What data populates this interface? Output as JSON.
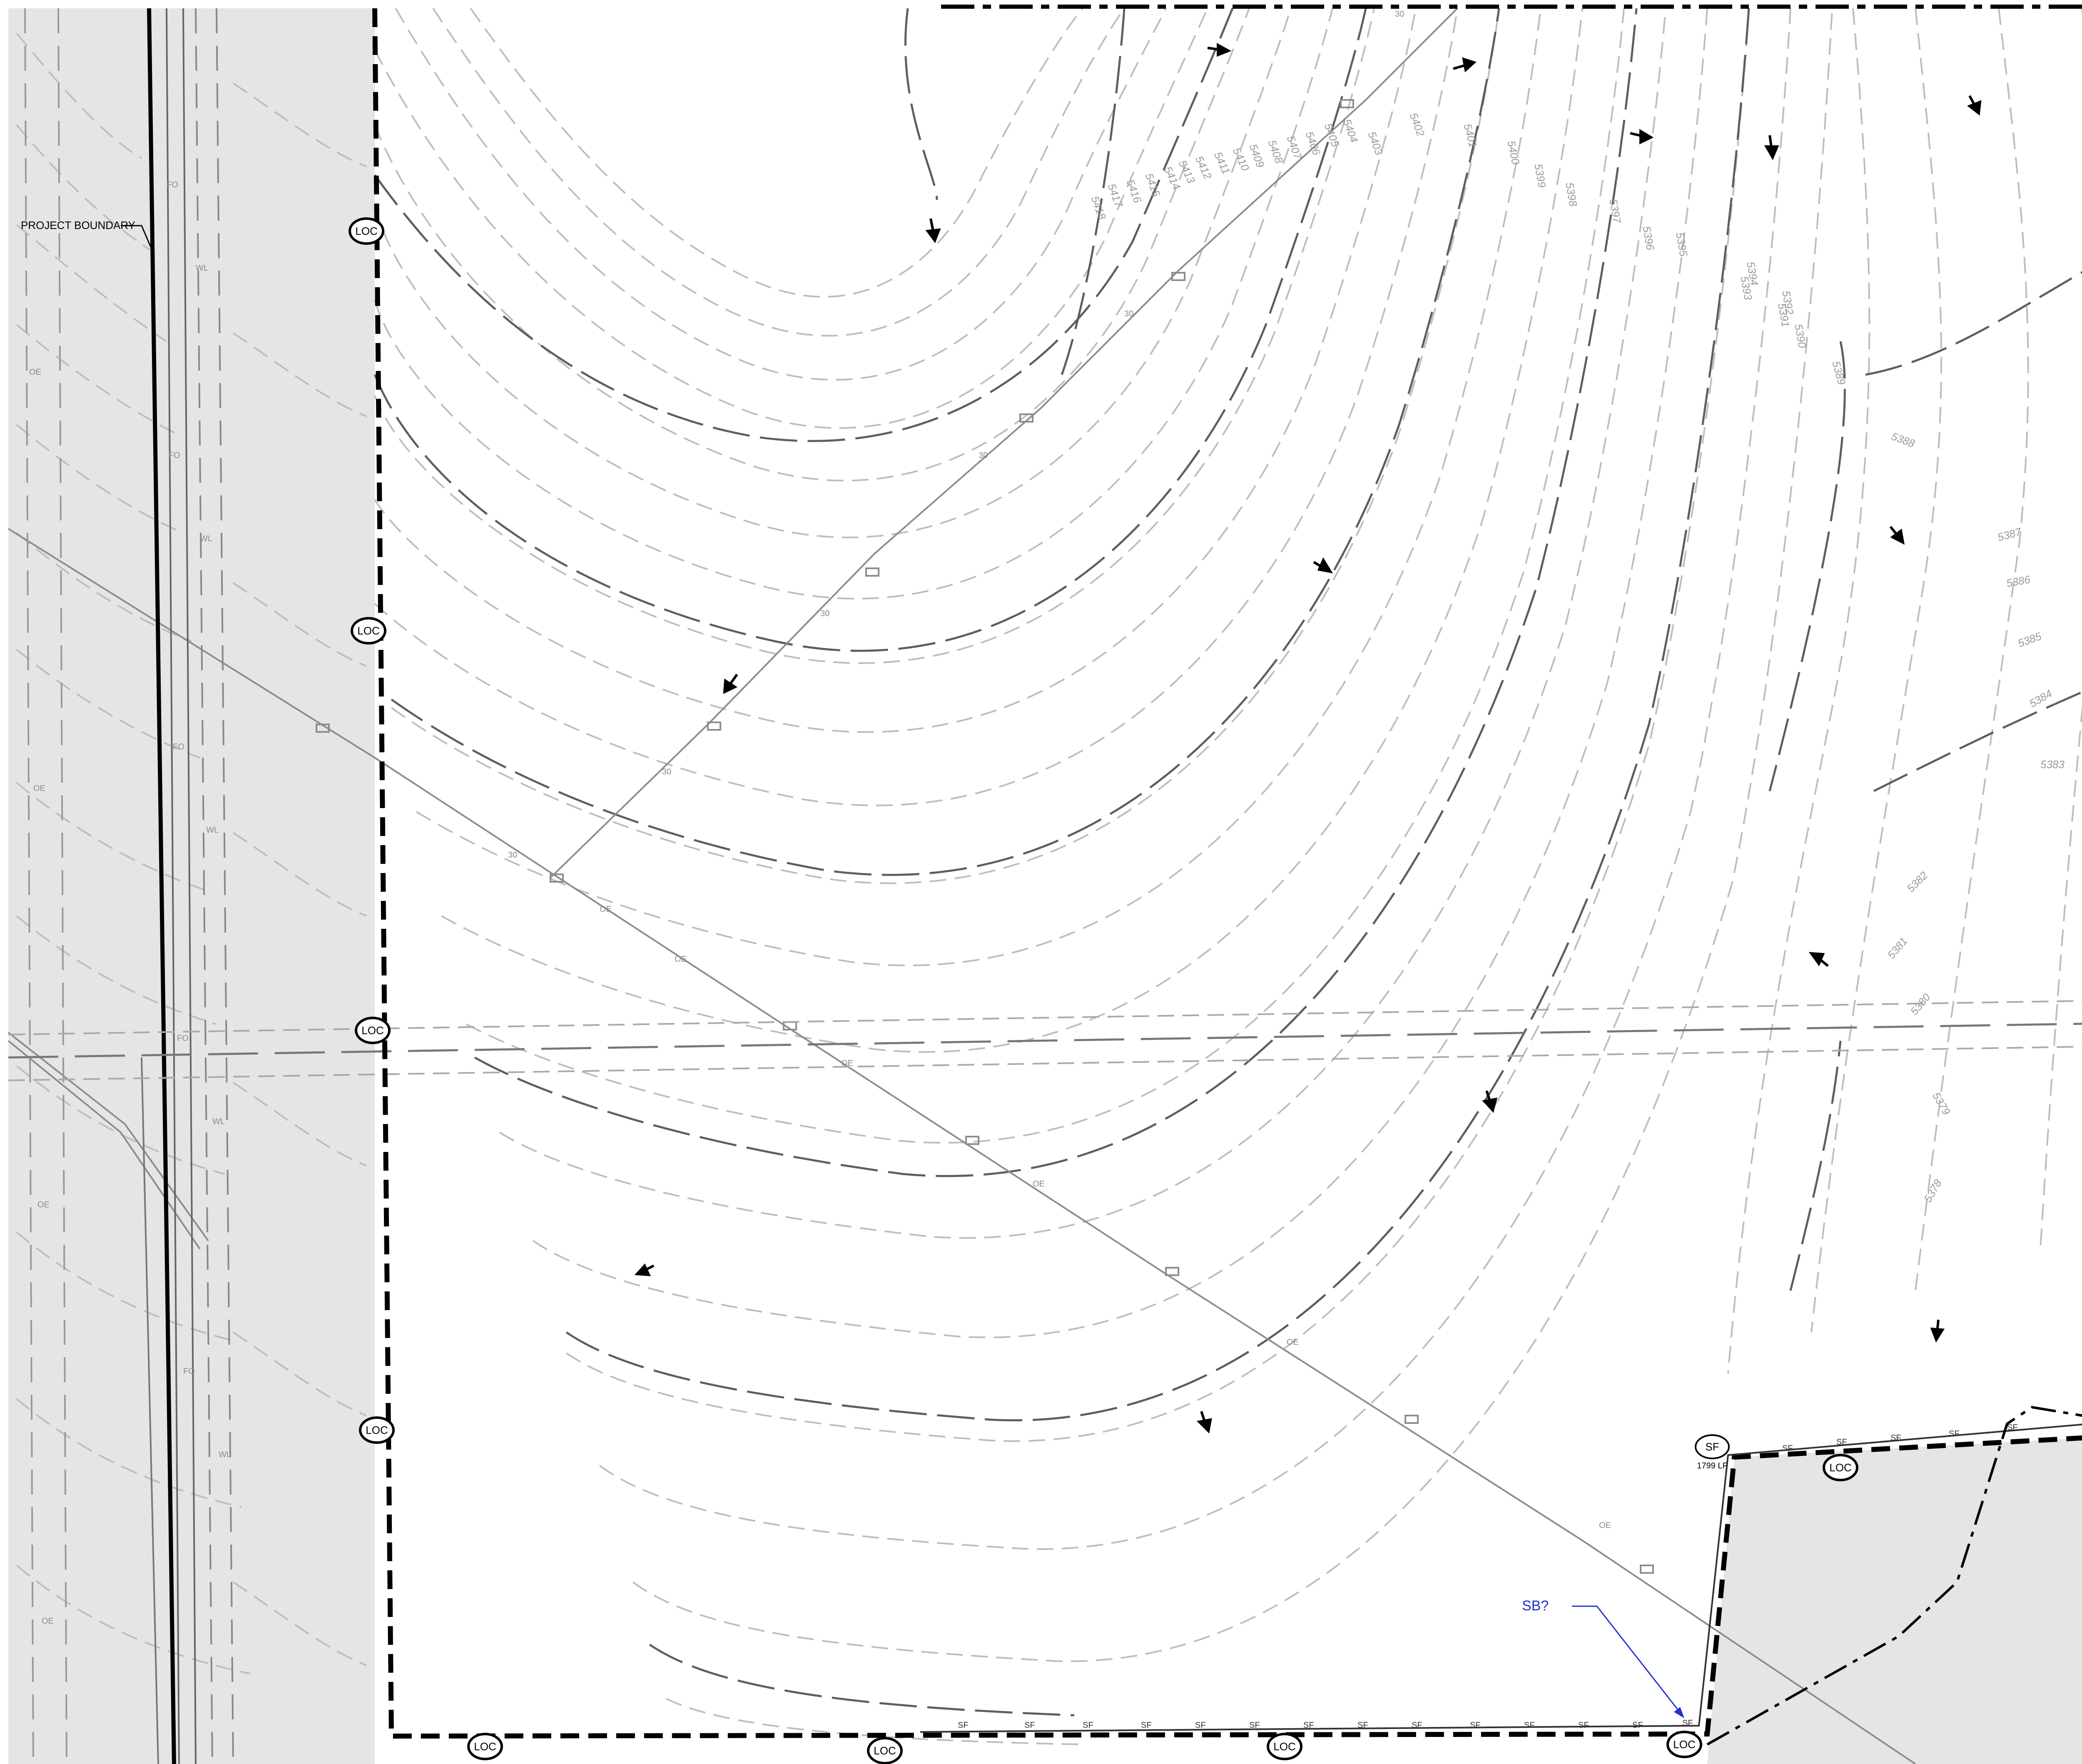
{
  "sheet": {
    "title": "",
    "labels": {
      "project_boundary": "PROJECT BOUNDARY",
      "loc": "LOC",
      "sf_bubble": "SF",
      "sf_length": "1799 LF",
      "sf_tick": "SF",
      "sb_question": "SB?",
      "ohe_tick": "OE",
      "fo_tick": "FO",
      "wl_tick": "WL",
      "gas_tick": "30"
    },
    "contour_labels": [
      "5403",
      "5402",
      "5401",
      "5400",
      "5399",
      "5398",
      "5397",
      "5396",
      "5395",
      "5394",
      "5393",
      "5392",
      "5391",
      "5390",
      "5389",
      "5388",
      "5387",
      "5386",
      "5385",
      "5384",
      "5383",
      "5382",
      "5381",
      "5380",
      "5379",
      "5378",
      "5418",
      "5417",
      "5416",
      "5415",
      "5414",
      "5413",
      "5412",
      "5411",
      "5410",
      "5409",
      "5408",
      "5407",
      "5406",
      "5405",
      "5404"
    ],
    "colors": {
      "offsite_fill": "#e5e5e5",
      "boundary": "#000000",
      "contour_major": "#5a5a5a",
      "contour_minor": "#b8b8b8",
      "markup_blue": "#1f2fd0"
    }
  }
}
